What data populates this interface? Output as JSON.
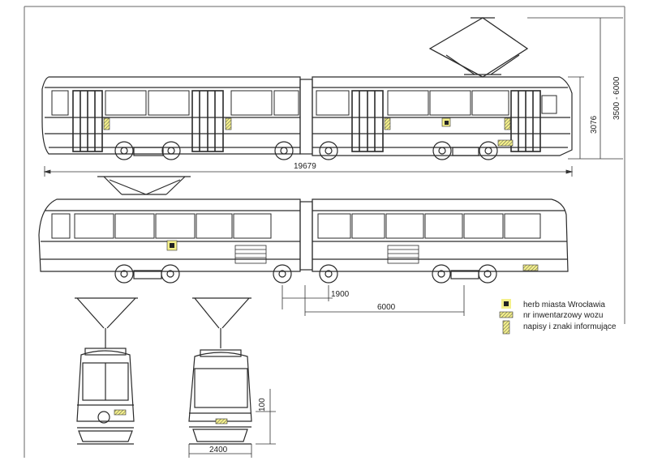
{
  "dimensions": {
    "total_length": "19679",
    "pantograph_height_range": "3500 - 6000",
    "roof_height": "3076",
    "bogie_offset": "1900",
    "bogie_spacing": "6000",
    "front_marking_height": "100",
    "width": "2400"
  },
  "legend": {
    "items": [
      {
        "symbol": "coat-of-arms",
        "label": "herb miasta Wrocławia"
      },
      {
        "symbol": "inventory-number",
        "label": "nr inwentarzowy wozu"
      },
      {
        "symbol": "info-signs",
        "label": "napisy i znaki informujące"
      }
    ]
  },
  "colors": {
    "line": "#2a2a2a",
    "highlight": "#f4f08a",
    "frame": "#555555"
  }
}
